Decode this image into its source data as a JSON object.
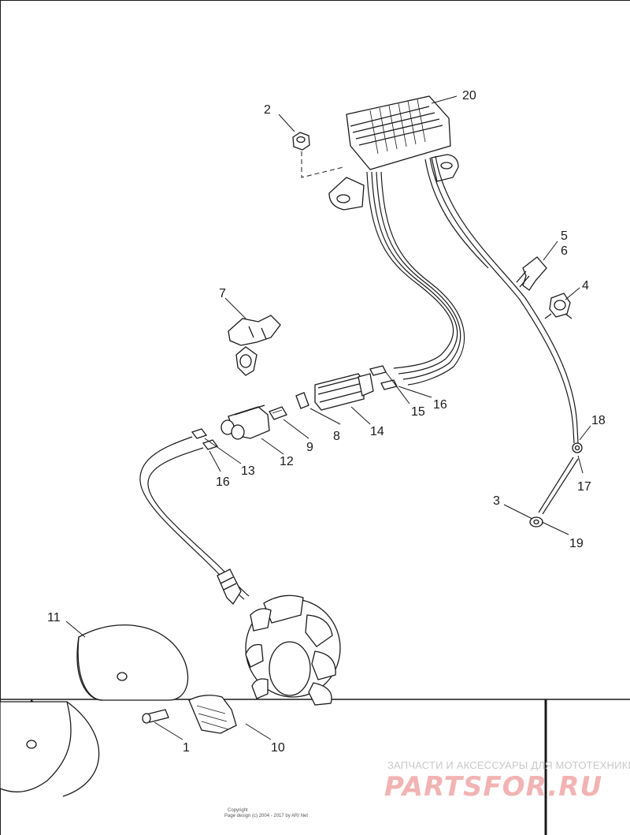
{
  "callouts": [
    {
      "id": "c1",
      "text": "1"
    },
    {
      "id": "c2",
      "text": "2"
    },
    {
      "id": "c3",
      "text": "3"
    },
    {
      "id": "c4",
      "text": "4"
    },
    {
      "id": "c5",
      "text": "5"
    },
    {
      "id": "c6",
      "text": "6"
    },
    {
      "id": "c7",
      "text": "7"
    },
    {
      "id": "c8",
      "text": "8"
    },
    {
      "id": "c9",
      "text": "9"
    },
    {
      "id": "c10",
      "text": "10"
    },
    {
      "id": "c11",
      "text": "11"
    },
    {
      "id": "c12",
      "text": "12"
    },
    {
      "id": "c13",
      "text": "13"
    },
    {
      "id": "c14",
      "text": "14"
    },
    {
      "id": "c15",
      "text": "15"
    },
    {
      "id": "c16a",
      "text": "16"
    },
    {
      "id": "c16b",
      "text": "16"
    },
    {
      "id": "c17",
      "text": "17"
    },
    {
      "id": "c18",
      "text": "18"
    },
    {
      "id": "c19",
      "text": "19"
    },
    {
      "id": "c20",
      "text": "20"
    }
  ],
  "watermark": {
    "tagline": "ЗАПЧАСТИ И АКСЕССУАРЫ ДЛЯ МОТОТЕХНИКИ",
    "logo": "PARTSFOR.RU"
  },
  "footer": {
    "line1": "Copyright",
    "line2": "Page design (c) 2004 - 2017 by ARI Net"
  }
}
